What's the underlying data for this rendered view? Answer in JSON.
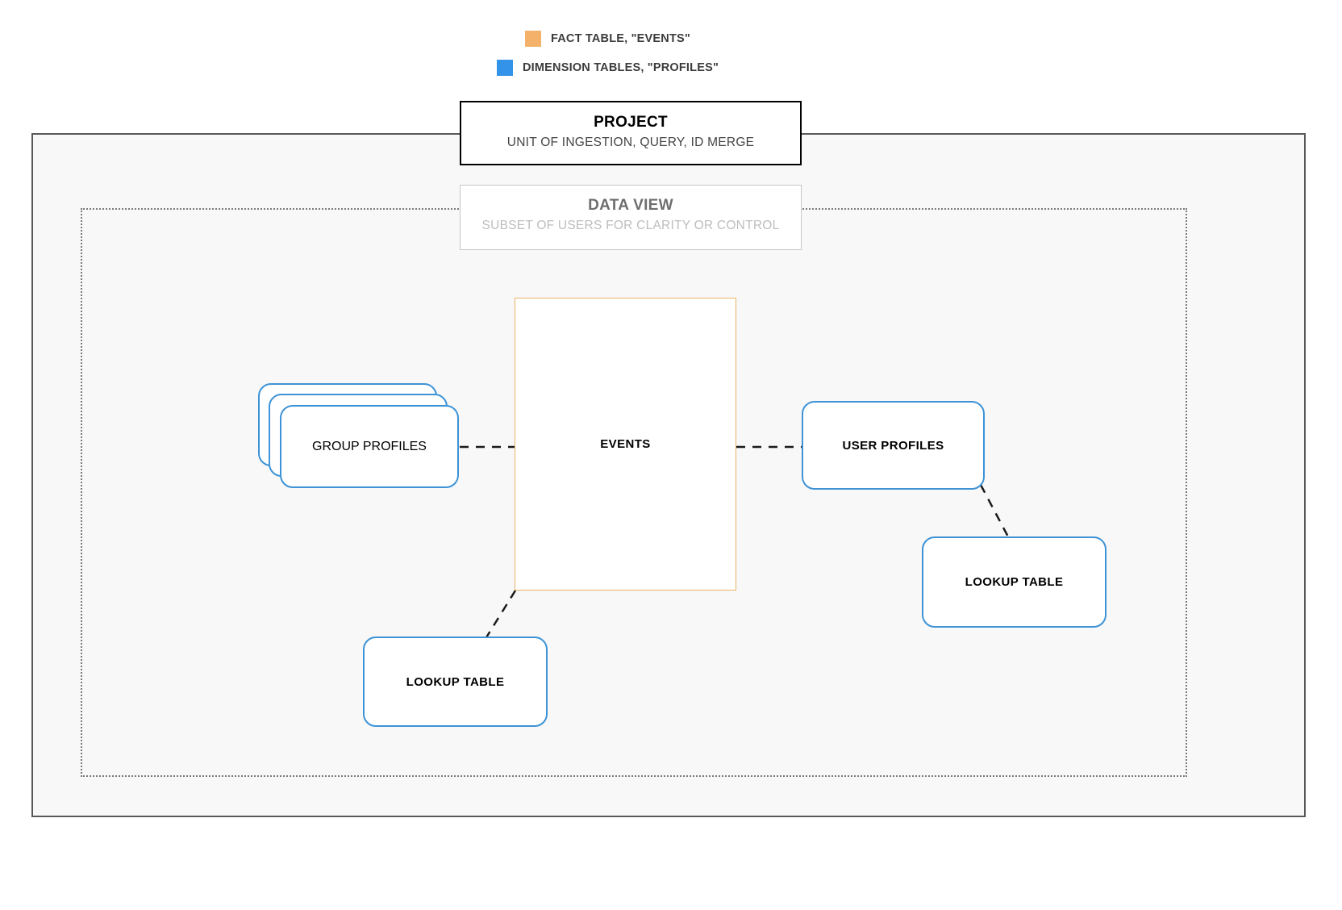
{
  "legend": {
    "items": [
      {
        "swatch_color": "#f3b169",
        "label": "FACT TABLE, \"EVENTS\"",
        "icon": "square-swatch-icon"
      },
      {
        "swatch_color": "#3393e8",
        "label": "DIMENSION TABLES, \"PROFILES\"",
        "icon": "square-swatch-icon"
      }
    ]
  },
  "project": {
    "title": "PROJECT",
    "subtitle": "UNIT OF INGESTION, QUERY, ID MERGE",
    "border_color": "#000000"
  },
  "data_view": {
    "title": "DATA VIEW",
    "subtitle": "SUBSET OF USERS FOR CLARITY OR CONTROL",
    "border_color": "#c6c6c6"
  },
  "nodes": {
    "events": {
      "label": "EVENTS",
      "color": "#eab464",
      "kind": "fact-table"
    },
    "group_profiles": {
      "label": "GROUP PROFILES",
      "color": "#3d93d6",
      "kind": "dimension-table-stack",
      "stack_count": 3
    },
    "user_profiles": {
      "label": "USER PROFILES",
      "color": "#3d93d6",
      "kind": "dimension-table"
    },
    "lookup_right": {
      "label": "LOOKUP TABLE",
      "color": "#3d93d6",
      "kind": "dimension-table"
    },
    "lookup_left": {
      "label": "LOOKUP TABLE",
      "color": "#3d93d6",
      "kind": "dimension-table"
    }
  },
  "connections": [
    {
      "from": "group_profiles",
      "to": "events",
      "style": "dashed"
    },
    {
      "from": "events",
      "to": "user_profiles",
      "style": "dashed"
    },
    {
      "from": "user_profiles",
      "to": "lookup_right",
      "style": "dashed"
    },
    {
      "from": "events",
      "to": "lookup_left",
      "style": "dashed"
    }
  ],
  "containers": {
    "outer": {
      "name": "project-boundary",
      "border_color": "#58595b",
      "fill": "#f8f8f8",
      "style": "solid"
    },
    "inner": {
      "name": "data-view-boundary",
      "border_color": "#7a7a7a",
      "style": "dotted"
    }
  }
}
